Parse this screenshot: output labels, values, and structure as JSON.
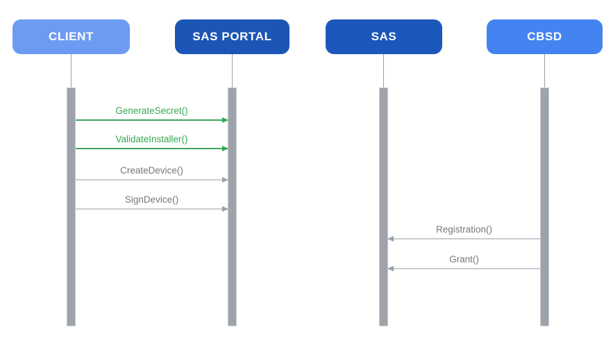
{
  "diagram": {
    "type": "sequence-diagram",
    "background": "#ffffff",
    "actors": [
      {
        "id": "client",
        "label": "CLIENT",
        "fill": "#6d9bf1",
        "text_color": "#ffffff"
      },
      {
        "id": "sas-portal",
        "label": "SAS PORTAL",
        "fill": "#1b56b6",
        "text_color": "#ffffff"
      },
      {
        "id": "sas",
        "label": "SAS",
        "fill": "#1c58bc",
        "text_color": "#ffffff"
      },
      {
        "id": "cbsd",
        "label": "CBSD",
        "fill": "#4484f0",
        "text_color": "#ffffff"
      }
    ],
    "lifeline_color": "#9aa0a6",
    "activation_bar_color": "#9da3a9",
    "messages": [
      {
        "label": "GenerateSecret()",
        "from": "client",
        "to": "sas-portal",
        "direction": "right",
        "text_color": "#34a853",
        "line_color": "#3ca75c",
        "head_color": "#34a853"
      },
      {
        "label": "ValidateInstaller()",
        "from": "client",
        "to": "sas-portal",
        "direction": "right",
        "text_color": "#34a853",
        "line_color": "#3ca75c",
        "head_color": "#34a853"
      },
      {
        "label": "CreateDevice()",
        "from": "client",
        "to": "sas-portal",
        "direction": "right",
        "text_color": "#73777b",
        "line_color": "#c9ccce",
        "head_color": "#9aa0a6"
      },
      {
        "label": "SignDevice()",
        "from": "client",
        "to": "sas-portal",
        "direction": "right",
        "text_color": "#73777b",
        "line_color": "#c9ccce",
        "head_color": "#9aa0a6"
      },
      {
        "label": "Registration()",
        "from": "cbsd",
        "to": "sas",
        "direction": "left",
        "text_color": "#73777b",
        "line_color": "#c9ccce",
        "head_color": "#9aa0a6"
      },
      {
        "label": "Grant()",
        "from": "cbsd",
        "to": "sas",
        "direction": "left",
        "text_color": "#73777b",
        "line_color": "#c9ccce",
        "head_color": "#9aa0a6"
      }
    ]
  }
}
